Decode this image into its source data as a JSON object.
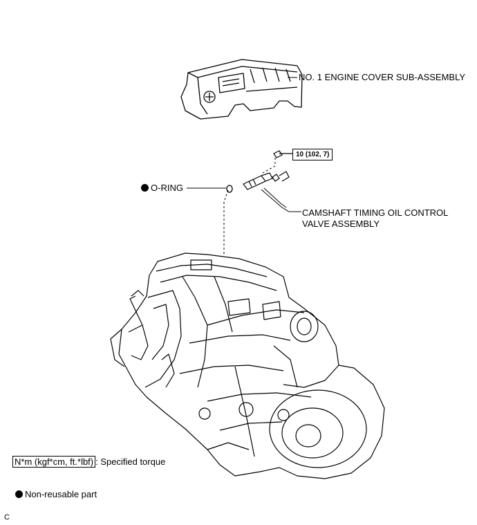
{
  "labels": {
    "engine_cover": "NO. 1 ENGINE COVER SUB-ASSEMBLY",
    "torque_value": "10 (102, 7)",
    "o_ring": "O-RING",
    "ocv_line1": "CAMSHAFT TIMING OIL CONTROL",
    "ocv_line2": "VALVE ASSEMBLY"
  },
  "legend": {
    "torque_units": "N*m (kgf*cm, ft.*lbf)",
    "torque_desc": ": Specified torque",
    "non_reusable": "Non-reusable part"
  },
  "corner_mark": "C"
}
